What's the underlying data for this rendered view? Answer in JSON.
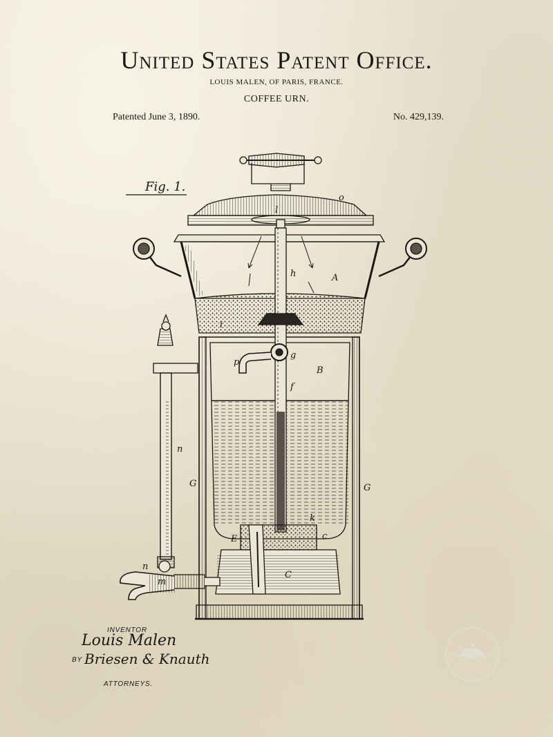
{
  "header": {
    "office": "United States Patent Office.",
    "inventor": "LOUIS MALEN, OF PARIS, FRANCE.",
    "subject": "COFFEE URN.",
    "date": "Patented June 3, 1890.",
    "number": "No. 429,139."
  },
  "figure": {
    "label": "Fig. 1.",
    "refs": {
      "o": "o",
      "l": "l",
      "h": "h",
      "A": "A",
      "i": "i",
      "p": "p",
      "g": "g",
      "B": "B",
      "f": "f",
      "n": "n",
      "G_left": "G",
      "G_right": "G",
      "k": "k",
      "E": "E",
      "c": "c",
      "C": "C",
      "n2": "n",
      "m": "m"
    }
  },
  "signature": {
    "inventor_label": "INVENTOR",
    "inventor_name": "Louis Malen",
    "by": "BY",
    "attorneys_names": "Briesen & Knauth",
    "attorneys_label": "ATTORNEYS."
  },
  "colors": {
    "paper": "#ece6d6",
    "ink": "#1a1714"
  }
}
